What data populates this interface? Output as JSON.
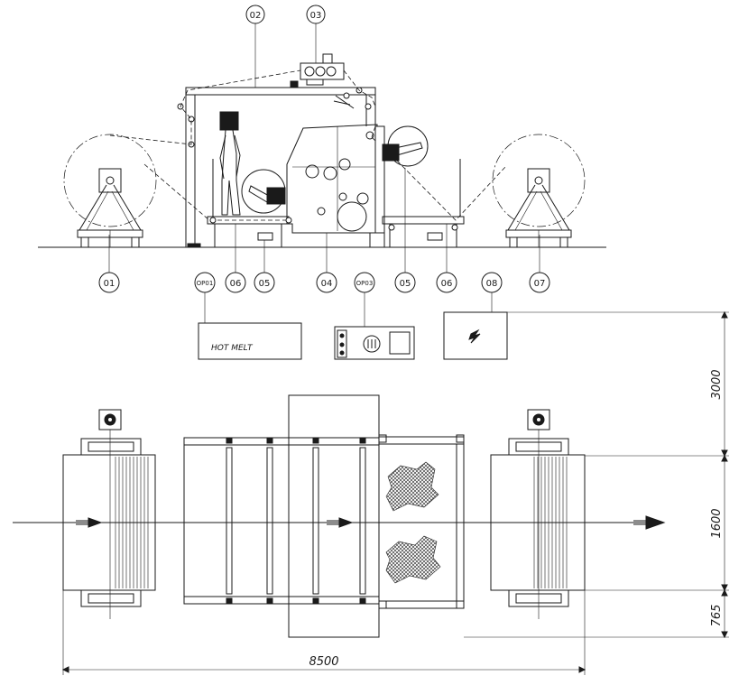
{
  "callouts": {
    "top": [
      "02",
      "03"
    ],
    "bottom": [
      "01",
      "06",
      "05",
      "04",
      "05",
      "06",
      "07"
    ],
    "boxes": [
      "OP01",
      "OP03",
      "08"
    ]
  },
  "boxes": {
    "op01_label": "HOT MELT"
  },
  "dimensions": {
    "height_top": "3000",
    "height_mid": "1600",
    "height_bottom": "765",
    "width_total": "8500"
  }
}
